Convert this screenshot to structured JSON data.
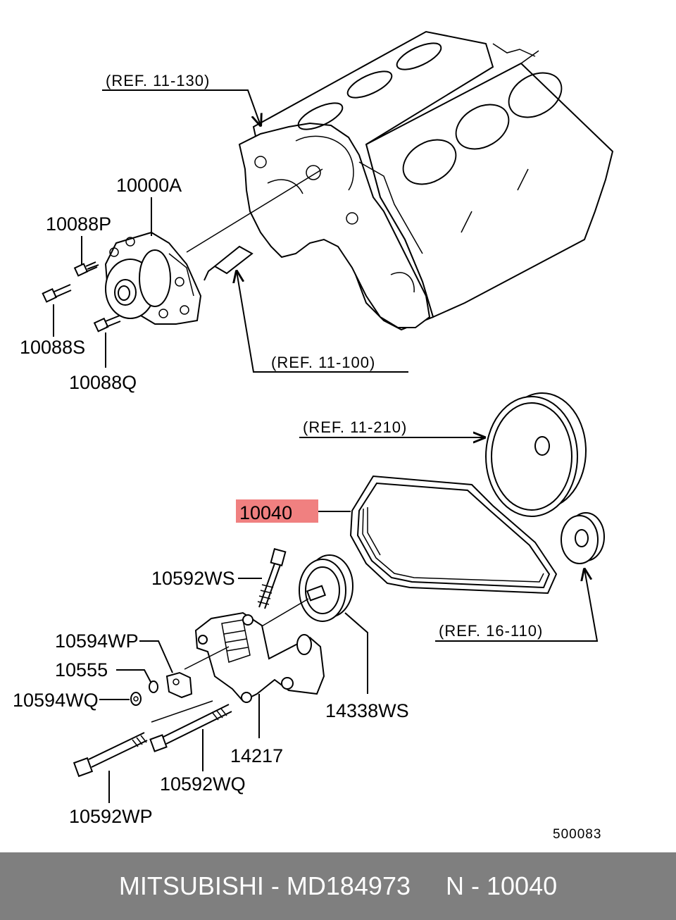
{
  "references": {
    "ref_11_130": "(REF. 11-130)",
    "ref_11_100": "(REF. 11-100)",
    "ref_11_210": "(REF. 11-210)",
    "ref_16_110": "(REF. 16-110)"
  },
  "parts": {
    "p10000A": "10000A",
    "p10088P": "10088P",
    "p10088S": "10088S",
    "p10088Q": "10088Q",
    "p10040": "10040",
    "p10592WS": "10592WS",
    "p10594WP": "10594WP",
    "p10555": "10555",
    "p10594WQ": "10594WQ",
    "p14338WS": "14338WS",
    "p14217": "14217",
    "p10592WQ": "10592WQ",
    "p10592WP": "10592WP"
  },
  "highlight_color": "#f08080",
  "diagram_code": "500083",
  "footer": {
    "text": "MITSUBISHI - MD184973     N - 10040"
  }
}
